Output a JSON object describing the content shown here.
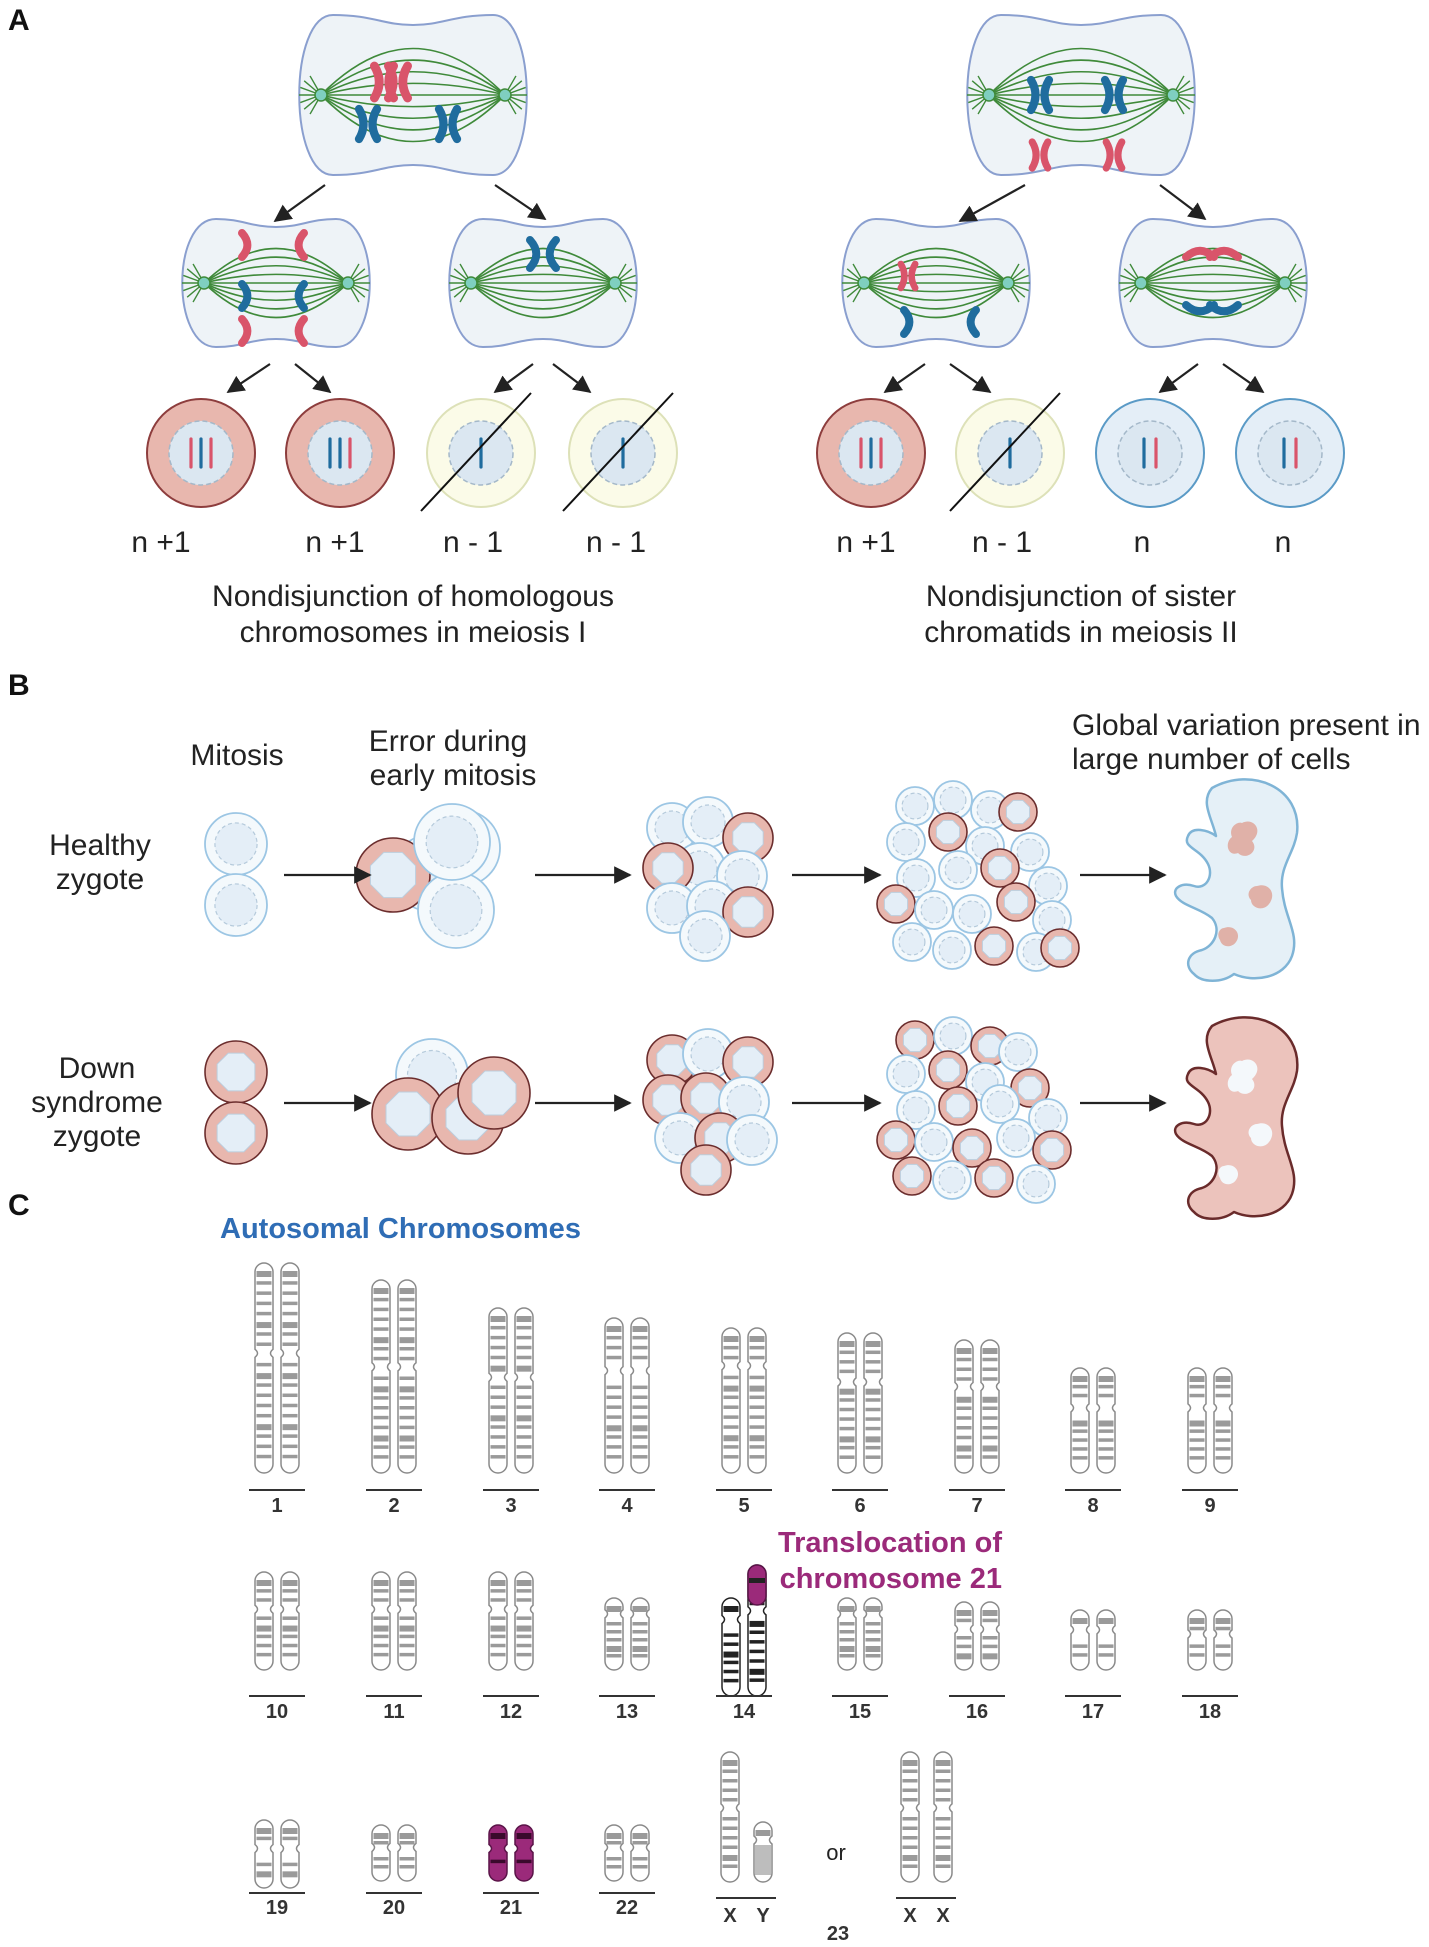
{
  "panels": {
    "a": "A",
    "b": "B",
    "c": "C"
  },
  "panel_a": {
    "meiosis1": {
      "ploidy": [
        "n +1",
        "n +1",
        "n - 1",
        "n - 1"
      ],
      "caption_line1": "Nondisjunction of homologous",
      "caption_line2": "chromosomes in meiosis I"
    },
    "meiosis2": {
      "ploidy": [
        "n +1",
        "n - 1",
        "n",
        "n"
      ],
      "caption_line1": "Nondisjunction of sister",
      "caption_line2": "chromatids in meiosis II"
    }
  },
  "panel_b": {
    "col_mitosis": "Mitosis",
    "col_error_line1": "Error during",
    "col_error_line2": "early mitosis",
    "col_global_line1": "Global variation present in",
    "col_global_line2": "large number of cells",
    "row_healthy_line1": "Healthy",
    "row_healthy_line2": "zygote",
    "row_down_line1": "Down",
    "row_down_line2": "syndrome",
    "row_down_line3": "zygote"
  },
  "panel_c": {
    "autosomal_title": "Autosomal Chromosomes",
    "translocation_line1": "Translocation of",
    "translocation_line2": "chromosome 21",
    "numbers_row1": [
      "1",
      "2",
      "3",
      "4",
      "5",
      "6",
      "7",
      "8",
      "9"
    ],
    "numbers_row2": [
      "10",
      "11",
      "12",
      "13",
      "14",
      "15",
      "16",
      "17",
      "18"
    ],
    "numbers_row3": [
      "19",
      "20",
      "21",
      "22"
    ],
    "sex_xy": [
      "X",
      "Y"
    ],
    "sex_xx": [
      "X",
      "X"
    ],
    "or_text": "or",
    "pair23": "23"
  },
  "colors": {
    "healthy_fill": "#e4eef7",
    "healthy_stroke": "#9cc6e4",
    "trisomy_fill": "#e8b7ae",
    "trisomy_stroke": "#8d3d3d",
    "monosomy_fill": "#fbfbe8",
    "monosomy_stroke": "#dde1b8",
    "spindle": "#3f8a3a",
    "chrom_red": "#d9546a",
    "chrom_blue": "#1f6c9e",
    "band_grey": "#9a9a9a",
    "magenta": "#9b2a7a"
  }
}
